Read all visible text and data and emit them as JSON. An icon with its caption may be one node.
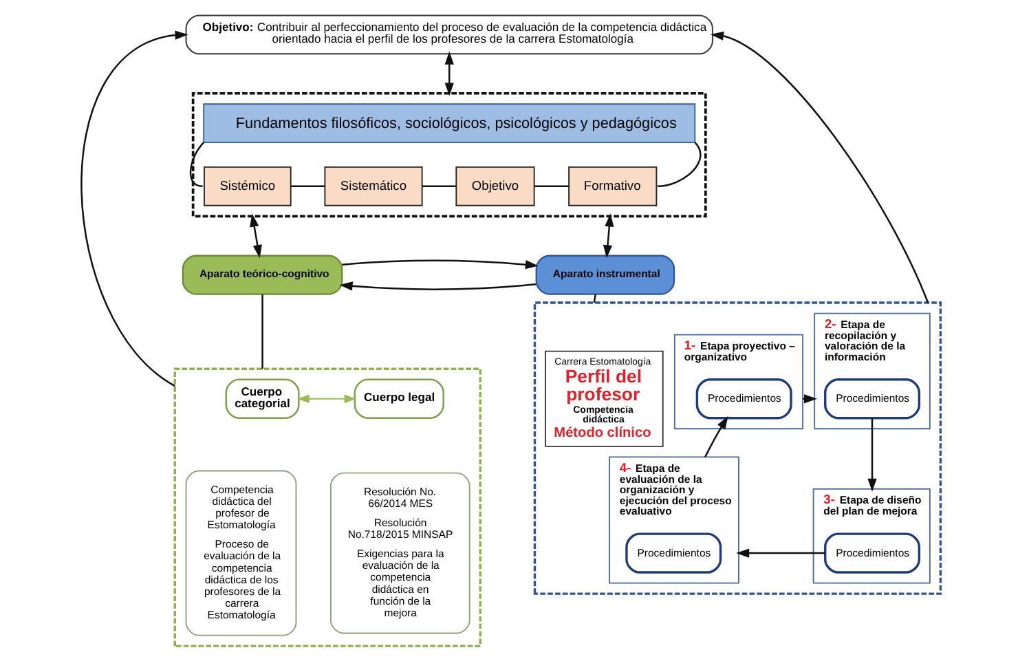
{
  "diagram": {
    "nodes": [
      {
        "text": [
          "**Objetivo:** Contribuir al perfeccionamiento del proceso de evaluación de la competencia didáctica orientado hacia el perfil de los profesores de la carrera Estomatología"
        ]
      },
      {
        "text": [],
        "shape": "box"
      },
      {
        "text": [
          "Fundamentos filosóficos, sociológicos, psicológicos y pedagógicos"
        ],
        "in": 1
      },
      {
        "text": [
          "Sistémico"
        ],
        "in": 1
      },
      {
        "text": [
          "Sistemático"
        ],
        "in": 1
      },
      {
        "text": [
          "Objetivo"
        ],
        "in": 1
      },
      {
        "text": [
          "Formativo"
        ],
        "in": 1
      },
      {
        "text": [
          "Aparato teórico-cognitivo"
        ]
      },
      {
        "text": [
          "Aparato instrumental"
        ]
      },
      {
        "text": [],
        "shape": "box"
      },
      {
        "text": [
          "Cuerpo categorial"
        ],
        "in": 9
      },
      {
        "text": [
          "Cuerpo legal"
        ],
        "in": 9
      },
      {
        "text": [
          "Competencia didáctica del profesor de Estomatología",
          "Proceso de evaluación de la competencia didáctica de los profesores de la carrera Estomatología"
        ],
        "in": 9
      },
      {
        "text": [
          "Resolución No. 66/2014 MES",
          "Resolución No.718/2015 MINSAP",
          "Exigencias para la evaluación de la competencia didáctica en función de la mejora"
        ],
        "in": 9
      },
      {
        "text": [],
        "shape": "box"
      },
      {
        "text": [
          "1-",
          "Etapa proyectivo – organizativo"
        ],
        "in": 14
      },
      {
        "text": [
          "Procedimientos"
        ],
        "in": 15
      },
      {
        "text": [
          "2-",
          "Etapa de recopilación y valoración de la información"
        ],
        "in": 14
      },
      {
        "text": [
          "Procedimientos"
        ],
        "in": 17
      },
      {
        "text": [
          "Carrera Estomatología",
          "Perfil del profesor",
          "Competencia didáctica",
          "Método clínico"
        ],
        "in": 14
      },
      {
        "text": [
          "3-",
          "Etapa de diseño del plan de mejora"
        ],
        "in": 14
      },
      {
        "text": [
          "Procedimientos"
        ],
        "in": 20
      },
      {
        "text": [
          "4-",
          "Etapa de evaluación de la organización y ejecución del proceso evaluativo"
        ],
        "in": 14
      },
      {
        "text": [
          "Procedimientos"
        ],
        "in": 22
      }
    ],
    "edges": [
      {
        "from": 0,
        "to": 1,
        "arrow": "both"
      },
      {
        "from": 2,
        "to": 3,
        "arrow": "none"
      },
      {
        "from": 3,
        "to": 4,
        "arrow": "none"
      },
      {
        "from": 4,
        "to": 5,
        "arrow": "none"
      },
      {
        "from": 5,
        "to": 6,
        "arrow": "none"
      },
      {
        "from": 6,
        "to": 2,
        "arrow": "none"
      },
      {
        "from": 1,
        "to": 7,
        "arrow": "both"
      },
      {
        "from": 1,
        "to": 8,
        "arrow": "both"
      },
      {
        "from": 8,
        "to": 7,
        "arrow": "to"
      },
      {
        "from": 7,
        "to": 8,
        "arrow": "to"
      },
      {
        "from": 7,
        "to": 9,
        "arrow": "none"
      },
      {
        "from": 10,
        "to": 11,
        "arrow": "both",
        "color": "#9bbb59"
      },
      {
        "from": 8,
        "to": 14,
        "arrow": "none"
      },
      {
        "from": 15,
        "to": 17,
        "arrow": "to"
      },
      {
        "from": 18,
        "to": 20,
        "arrow": "to"
      },
      {
        "from": 21,
        "to": 22,
        "arrow": "to"
      },
      {
        "from": 22,
        "to": 16,
        "arrow": "to"
      },
      {
        "from": 9,
        "to": 0,
        "arrow": "to"
      },
      {
        "from": 14,
        "to": 0,
        "arrow": "to"
      }
    ]
  }
}
